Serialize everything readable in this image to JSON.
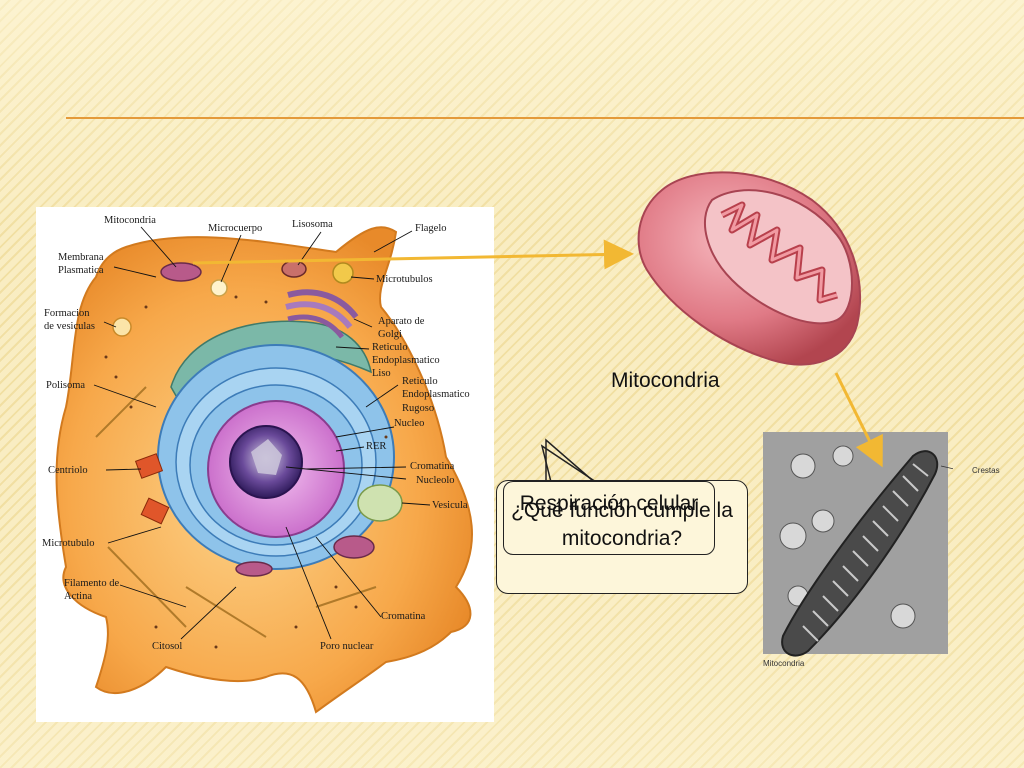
{
  "cell_diagram": {
    "labels": {
      "mitocondria": "Mitocondria",
      "microcuerpo": "Microcuerpo",
      "lisosoma": "Lisosoma",
      "flagelo": "Flagelo",
      "membrana_1": "Membrana",
      "membrana_2": "Plasmatica",
      "microtubulos": "Microtubulos",
      "formacion_1": "Formacion",
      "formacion_2": "de vesiculas",
      "golgi_1": "Aparato de",
      "golgi_2": "Golgi",
      "rel_1": "Reticulo",
      "rel_2": "Endoplasmatico",
      "rel_3": "Liso",
      "polisoma": "Polisoma",
      "rer_1": "Reticulo",
      "rer_2": "Endoplasmatico",
      "rer_3": "Rugoso",
      "nucleo": "Nucleo",
      "rer": "RER",
      "centriolo": "Centriolo",
      "cromatina_1": "Cromatina",
      "nucleolo": "Nucleolo",
      "vesicula": "Vesicula",
      "microtubulo": "Microtubulo",
      "filamento_1": "Filamento de",
      "filamento_2": "Actina",
      "cromatina_2": "Cromatina",
      "citosol": "Citosol",
      "poro": "Poro nuclear"
    }
  },
  "mito_caption": "Mitocondria",
  "micrograph": {
    "crestas": "Crestas",
    "mitocondria": "Mitocondria"
  },
  "callouts": {
    "question": "¿Qué función cumple la mitocondria?",
    "answer": "Respiración celular"
  },
  "colors": {
    "accent_line": "#e49a3a",
    "arrow": "#f2b833",
    "cell_body": "#f7a84a",
    "mito_pink": "#e07a86"
  }
}
